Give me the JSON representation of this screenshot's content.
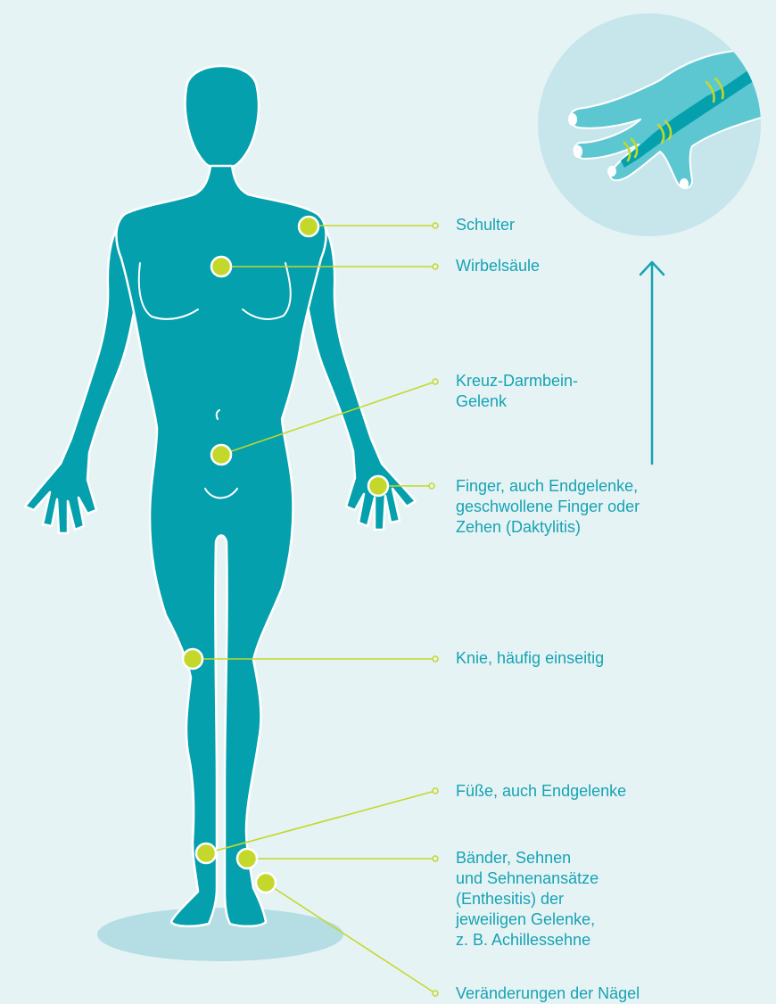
{
  "colors": {
    "background": "#e6f3f5",
    "body": "#04a0ad",
    "outline": "#ffffff",
    "marker": "#c3d82a",
    "leader": "#c3d82a",
    "label_text": "#16a3b3",
    "shadow": "#b5dde4",
    "inset_background": "#c7e6ec",
    "inset_hand": "#5dc7d1"
  },
  "labels": {
    "shoulder": "Schulter",
    "spine": "Wirbelsäule",
    "sacroiliac_1": "Kreuz-Darmbein-",
    "sacroiliac_2": "Gelenk",
    "fingers_1": "Finger, auch Endgelenke,",
    "fingers_2": "geschwollene Finger oder",
    "fingers_3": "Zehen (Daktylitis)",
    "knee": "Knie, häufig einseitig",
    "feet": "Füße, auch Endgelenke",
    "tendons_1": "Bänder, Sehnen",
    "tendons_2": "und Sehnenansätze",
    "tendons_3": "(Enthesitis) der",
    "tendons_4": "jeweiligen Gelenke,",
    "tendons_5": "z. B. Achillessehne",
    "nails": "Veränderungen der Nägel"
  },
  "icons": {
    "body_figure": "human-body-front",
    "inset": "hand-zoom",
    "arrow": "arrow-up"
  }
}
